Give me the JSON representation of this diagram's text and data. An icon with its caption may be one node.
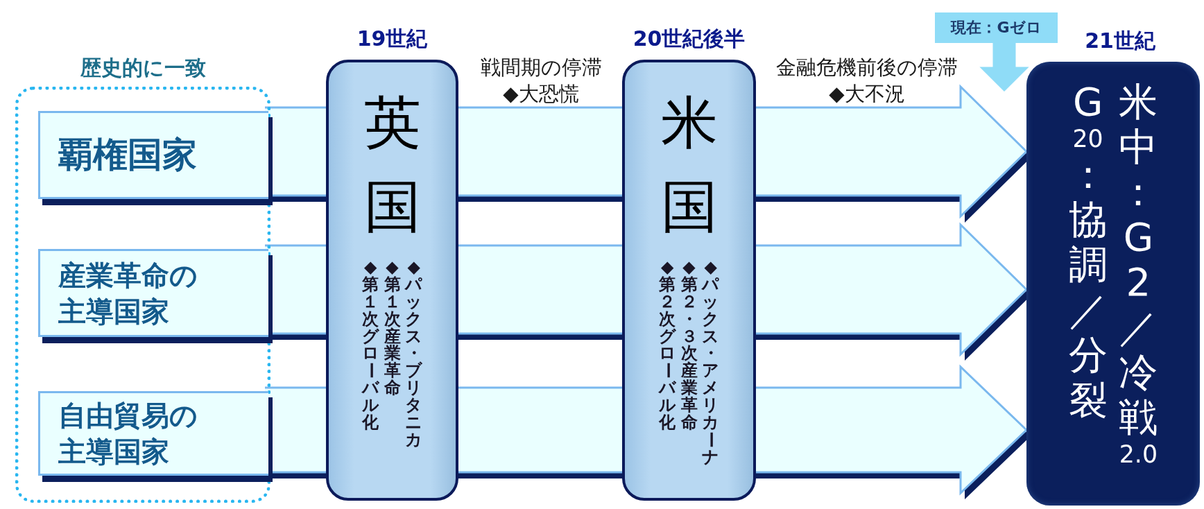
{
  "diagram": {
    "nodes": [
      {
        "text": [
          "歴史的に一致"
        ]
      },
      {
        "text": [
          "覇権国家"
        ],
        "in": 0
      },
      {
        "text": [
          "産業革命の主導国家"
        ],
        "in": 0
      },
      {
        "text": [
          "自由貿易の主導国家"
        ],
        "in": 0
      },
      {
        "text": [
          "英国",
          "◆パックス・ブリタニカ",
          "◆第１次産業革命",
          "◆第１次グローバル化"
        ],
        "beside": [
          "19世紀"
        ]
      },
      {
        "text": [
          "米国",
          "◆パックス・アメリカーナ",
          "◆第２・３次産業革命",
          "◆第２次グローバル化"
        ],
        "beside": [
          "20世紀後半"
        ]
      },
      {
        "text": [
          "G20：協調／分裂",
          "米中：G2／冷戦2.0"
        ],
        "beside": [
          "21世紀"
        ]
      },
      {
        "text": [
          "現在：Gゼロ"
        ]
      }
    ],
    "edges": [
      {
        "from": 1,
        "to": 6,
        "arrow": "to"
      },
      {
        "from": 2,
        "to": 6,
        "arrow": "to"
      },
      {
        "from": 3,
        "to": 6,
        "arrow": "to"
      },
      {
        "from": 7,
        "to": null,
        "arrow": "to",
        "color": "#8fdcf7"
      }
    ],
    "labels": [
      "戦間期の停滞",
      "◆大恐慌",
      "金融危機前後の停滞",
      "◆大不況"
    ]
  }
}
